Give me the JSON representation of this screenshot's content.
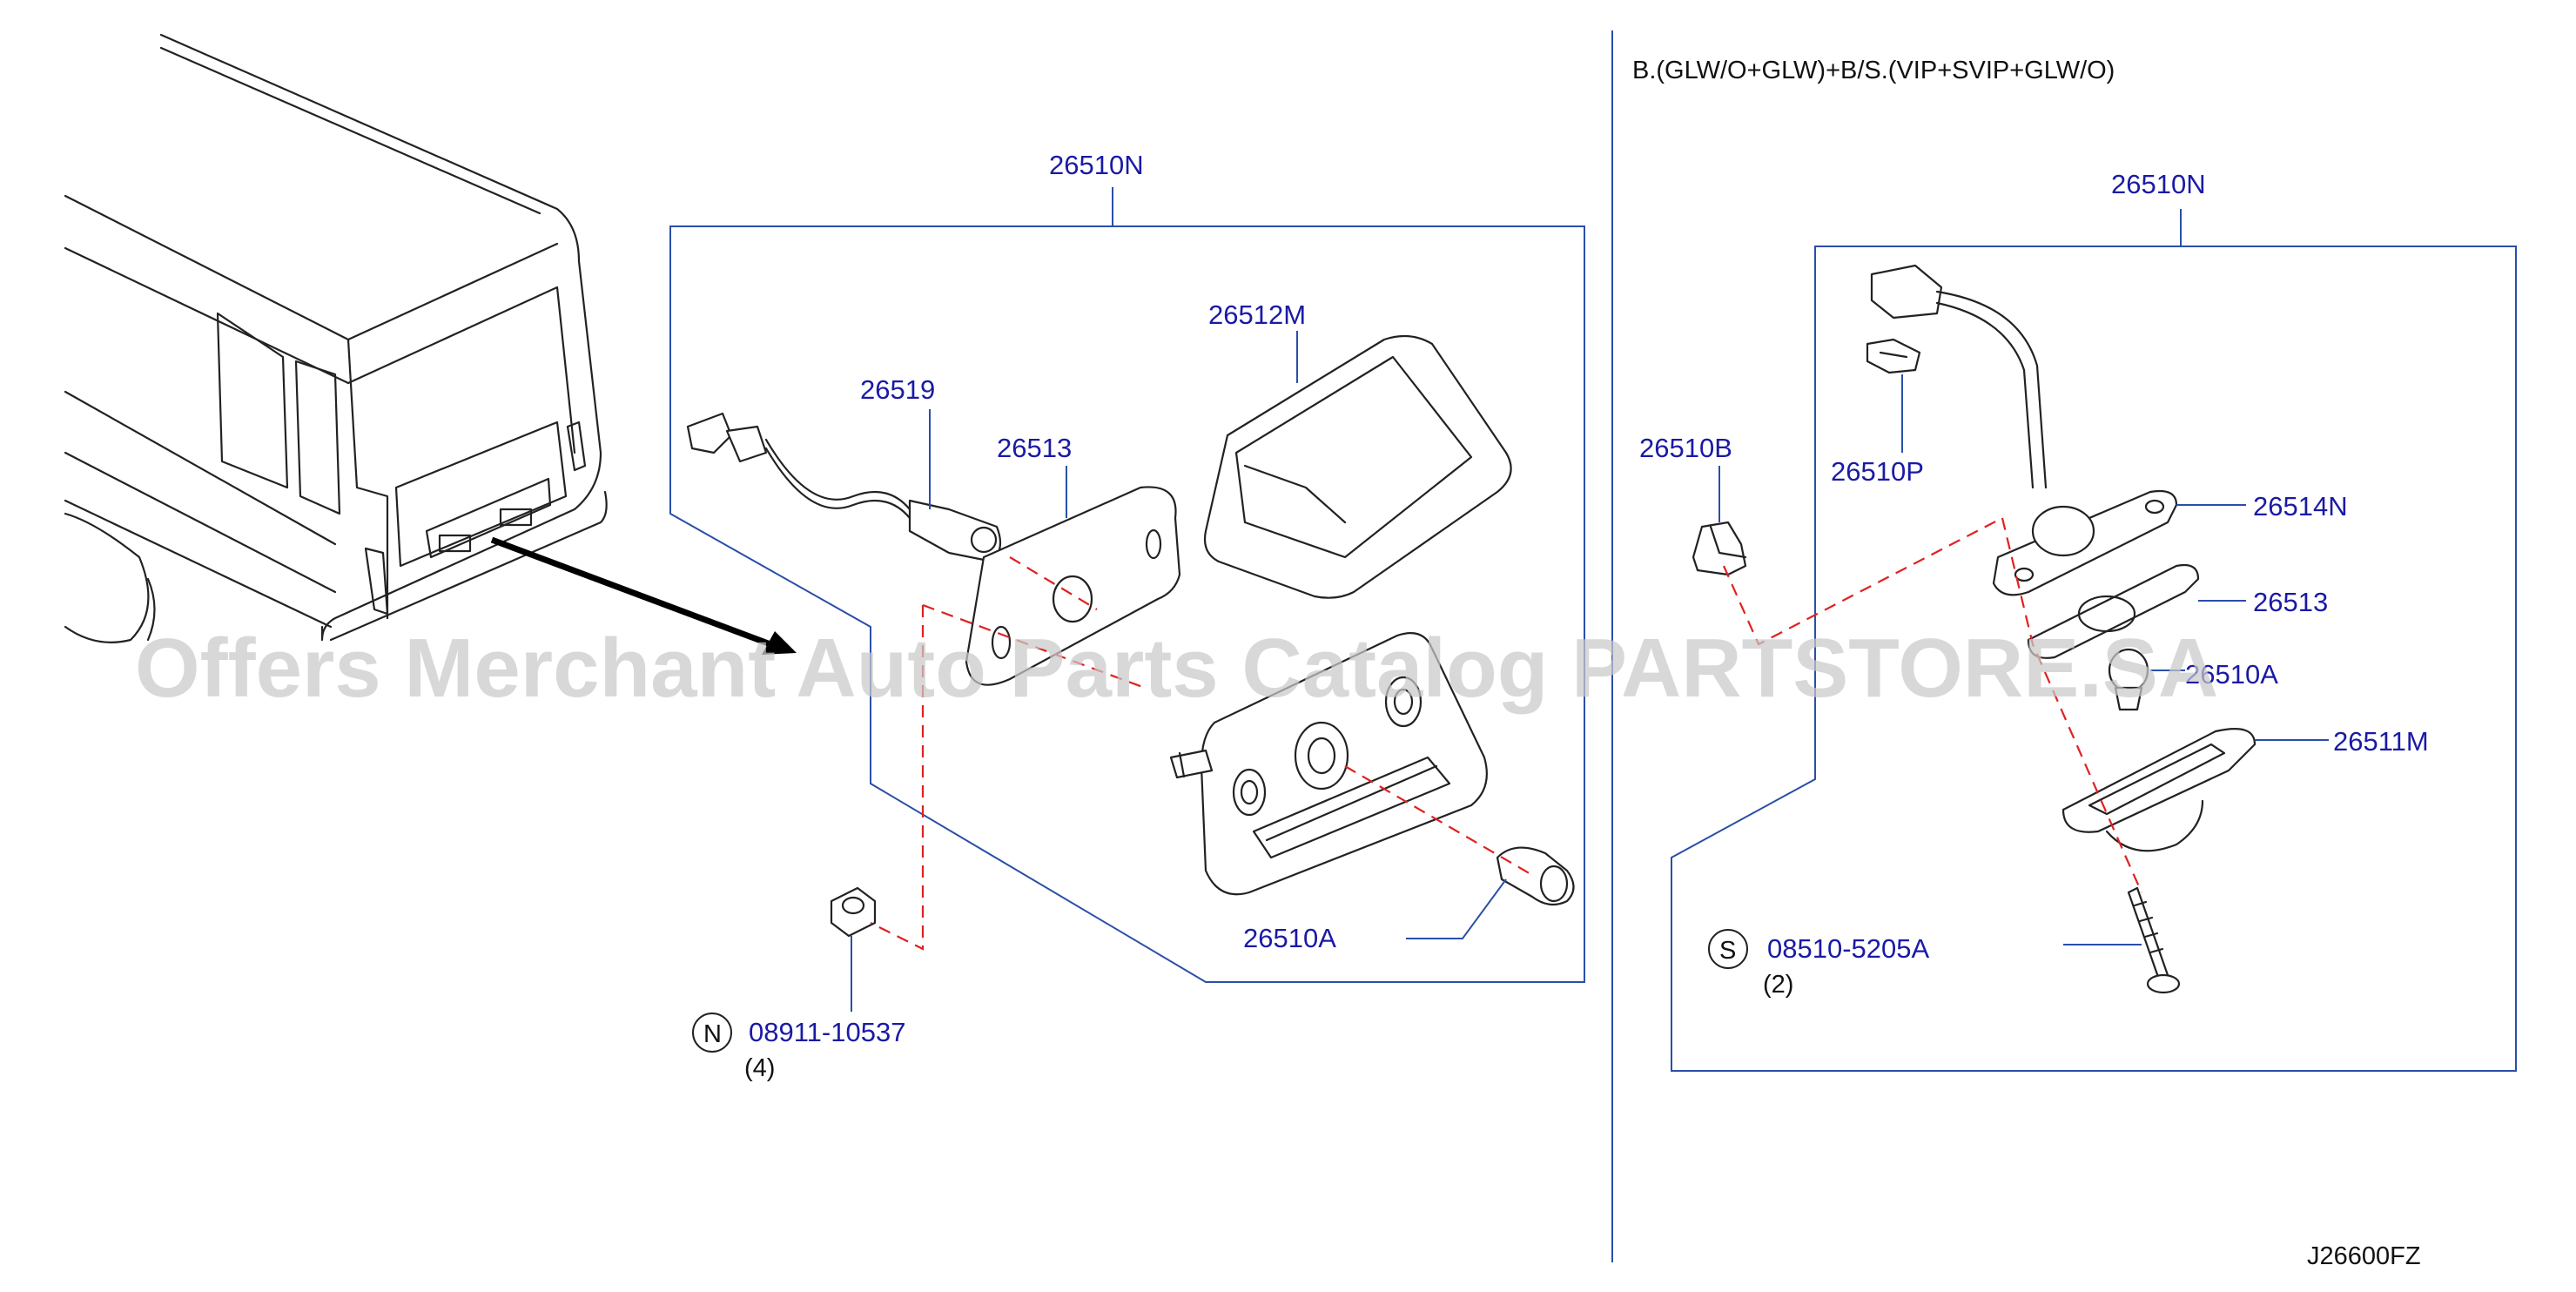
{
  "section_heading": "B.(GLW/O+GLW)+B/S.(VIP+SVIP+GLW/O)",
  "diagram_code": "J26600FZ",
  "watermark": "Offers Merchant Auto Parts Catalog PARTSTORE.SA",
  "left_assembly": {
    "assembly": "26510N",
    "lens": "26512M",
    "harness": "26519",
    "gasket": "26513",
    "bulb": "26510A",
    "nut_symbol": "N",
    "nut_part": "08911-10537",
    "nut_qty": "(4)"
  },
  "right_assembly": {
    "assembly": "26510N",
    "clip": "26510B",
    "connector": "26510P",
    "housing": "26514N",
    "gasket": "26513",
    "bulb": "26510A",
    "lens": "26511M",
    "screw_symbol": "S",
    "screw_part": "08510-5205A",
    "screw_qty": "(2)"
  },
  "colors": {
    "label_text": "#1a1aa6",
    "frame_line": "#2a4fa8",
    "dashed_line": "#e02020",
    "watermark": "#c9c9c9"
  }
}
